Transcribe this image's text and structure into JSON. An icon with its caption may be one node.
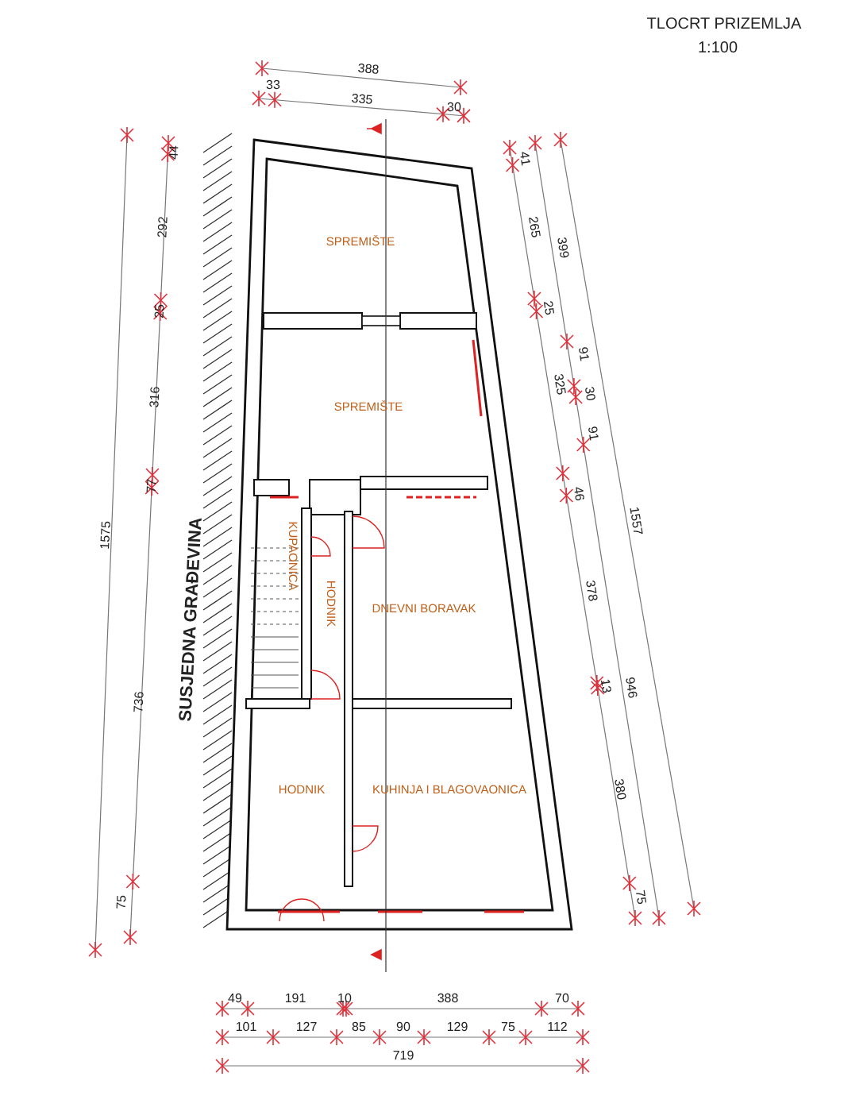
{
  "diagram": {
    "title": "TLOCRT PRIZEMLJA",
    "nodes": [
      {
        "text": [
          "SPREMIŠTE"
        ]
      },
      {
        "text": [
          "SPREMIŠTE"
        ]
      },
      {
        "text": [
          "KUPAONICA"
        ]
      },
      {
        "text": [
          "HODNIK"
        ]
      },
      {
        "text": [
          "DNEVNI BORAVAK"
        ]
      },
      {
        "text": [
          "HODNIK"
        ]
      },
      {
        "text": [
          "KUHINJA I BLAGOVAONICA"
        ]
      }
    ],
    "labels": [
      "1:100",
      "SUSJEDNA GRAĐEVINA",
      "388",
      "33",
      "335",
      "30",
      "1575",
      "44",
      "292",
      "25",
      "316",
      "77",
      "736",
      "75",
      "41",
      "265",
      "25",
      "325",
      "46",
      "378",
      "13",
      "380",
      "75",
      "399",
      "91",
      "30",
      "91",
      "946",
      "1557",
      "49",
      "191",
      "10",
      "388",
      "70",
      "101",
      "127",
      "85",
      "90",
      "129",
      "75",
      "112",
      "719"
    ]
  }
}
